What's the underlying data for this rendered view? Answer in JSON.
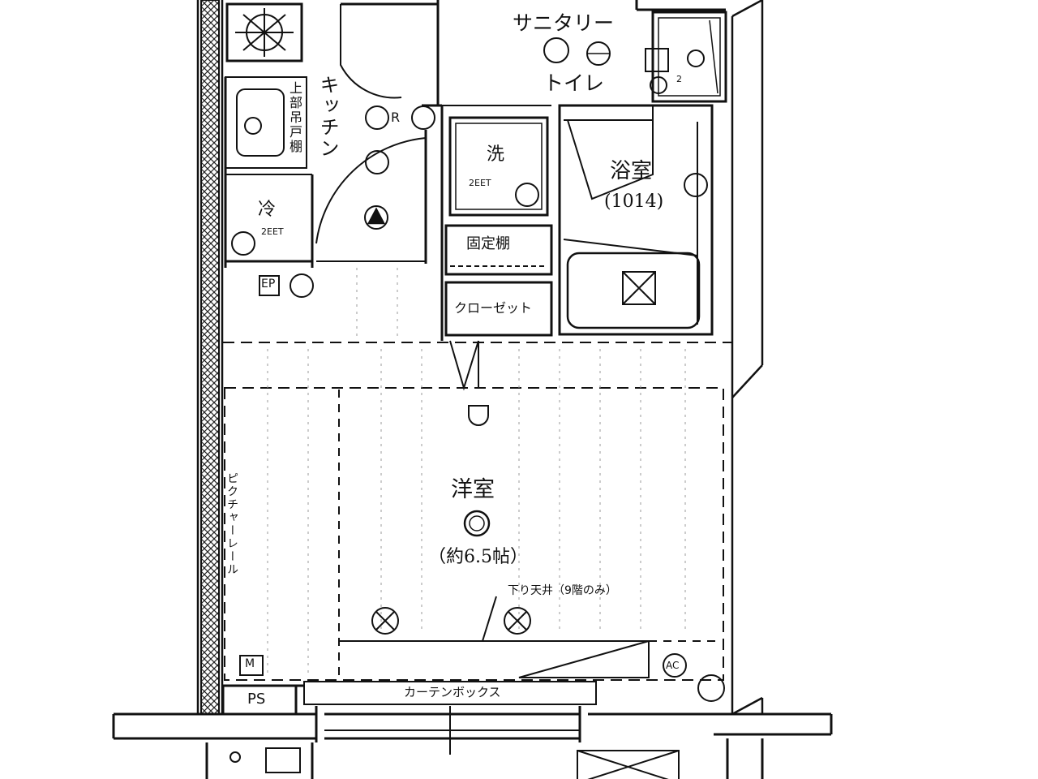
{
  "rooms": {
    "sanitary": "サニタリー",
    "toilet": "トイレ",
    "kitchen": "キッチン",
    "upper_cabinet": "上部吊戸棚",
    "fridge": "冷",
    "fridge_outlet": "2EET",
    "washer": "洗",
    "washer_outlet": "2EET",
    "bathroom": "浴室",
    "bathroom_size": "(1014)",
    "fixed_shelf": "固定棚",
    "closet": "クローゼット",
    "western_room": "洋室",
    "western_room_size": "（約6.5帖）",
    "lowered_ceiling": "下り天井（9階のみ）",
    "picture_rail": "ピクチャーレール",
    "curtain_box": "カーテンボックス",
    "ps": "PS",
    "eps": "EP",
    "meter": "M",
    "ac": "AC",
    "range_mark": "R",
    "outlet_2": "2"
  }
}
